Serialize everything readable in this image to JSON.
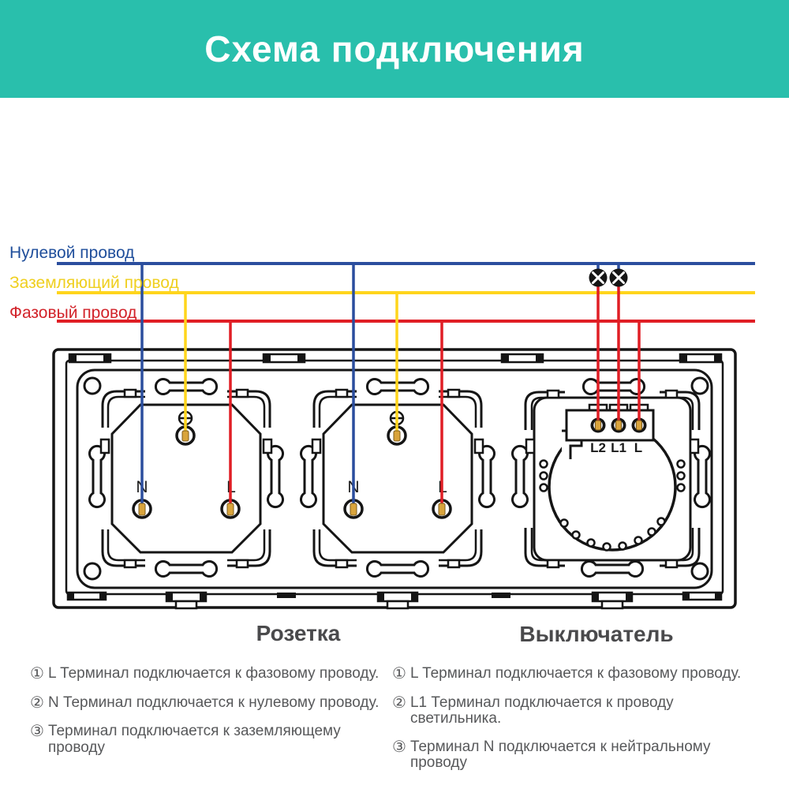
{
  "title": "Схема подключения",
  "colors": {
    "teal": "#29BFAC",
    "wire_blue": "#2B4E9E",
    "wire_yellow": "#FFD51C",
    "wire_red": "#E01E25",
    "text_blue": "#1F4E9B",
    "text_yellow": "#EFCF1E",
    "text_red": "#D2232A",
    "caption": "#4A4A4C",
    "note": "#57585A",
    "pin_gold": "#D9A43C"
  },
  "wires": {
    "neutral": {
      "label": "Нулевой провод"
    },
    "ground": {
      "label": "Заземляющий провод"
    },
    "phase": {
      "label": "Фазовый провод"
    }
  },
  "terminals": {
    "socket_n": "N",
    "socket_l": "L",
    "switch_l2": "L2",
    "switch_l1": "L1",
    "switch_l": "L"
  },
  "captions": {
    "socket": "Розетка",
    "switch": "Выключатель"
  },
  "notes": {
    "left": [
      {
        "marker": "①",
        "text": "L Терминал подключается к фазовому проводу."
      },
      {
        "marker": "②",
        "text": "N Терминал подключается к нулевому проводу."
      },
      {
        "marker": "③",
        "text": "Терминал подключается к заземляющему проводу"
      }
    ],
    "right": [
      {
        "marker": "①",
        "text": "L Терминал подключается к фазовому проводу."
      },
      {
        "marker": "②",
        "text": "L1 Терминал подключается к проводу светильника."
      },
      {
        "marker": "③",
        "text": "Терминал N подключается к нейтральному проводу"
      }
    ]
  }
}
